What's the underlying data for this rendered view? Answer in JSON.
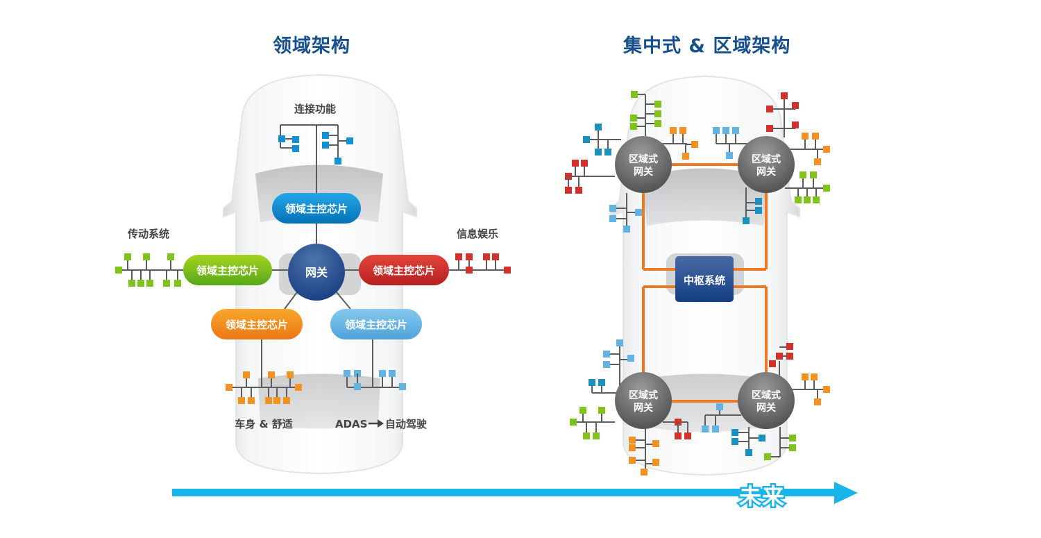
{
  "left_panel": {
    "title": "领域架构",
    "gateway_label": "网关",
    "domains": [
      {
        "id": "connectivity",
        "label": "连接功能",
        "chip_label": "领域主控芯片",
        "color": "#0a8fd6",
        "node_color": "#1191d3"
      },
      {
        "id": "powertrain",
        "label": "传动系统",
        "chip_label": "领域主控芯片",
        "color": "#7cc21c",
        "node_color": "#7fc31b"
      },
      {
        "id": "infotainment",
        "label": "信息娱乐",
        "chip_label": "领域主控芯片",
        "color": "#d2322c",
        "node_color": "#d2322c"
      },
      {
        "id": "body_comfort",
        "label": "车身 & 舒适",
        "chip_label": "领域主控芯片",
        "color": "#f28c1c",
        "node_color": "#f39222"
      },
      {
        "id": "adas",
        "label": "ADAS",
        "label_suffix": "自动驾驶",
        "chip_label": "领域主控芯片",
        "color": "#5fb1e3",
        "node_color": "#62b3e4"
      }
    ]
  },
  "right_panel": {
    "title": "集中式 & 区域架构",
    "central_label": "中枢系统",
    "zone_gateways": [
      {
        "id": "front-left",
        "line1": "区域式",
        "line2": "网关"
      },
      {
        "id": "front-right",
        "line1": "区域式",
        "line2": "网关"
      },
      {
        "id": "rear-left",
        "line1": "区域式",
        "line2": "网关"
      },
      {
        "id": "rear-right",
        "line1": "区域式",
        "line2": "网关"
      }
    ],
    "link_color": "#f07a23",
    "gateway_color": "#6b6b6b",
    "central_color": "#1f4e8c"
  },
  "timeline": {
    "label": "未来",
    "color": "#18b4ea",
    "icon": "arrow-right-icon"
  }
}
